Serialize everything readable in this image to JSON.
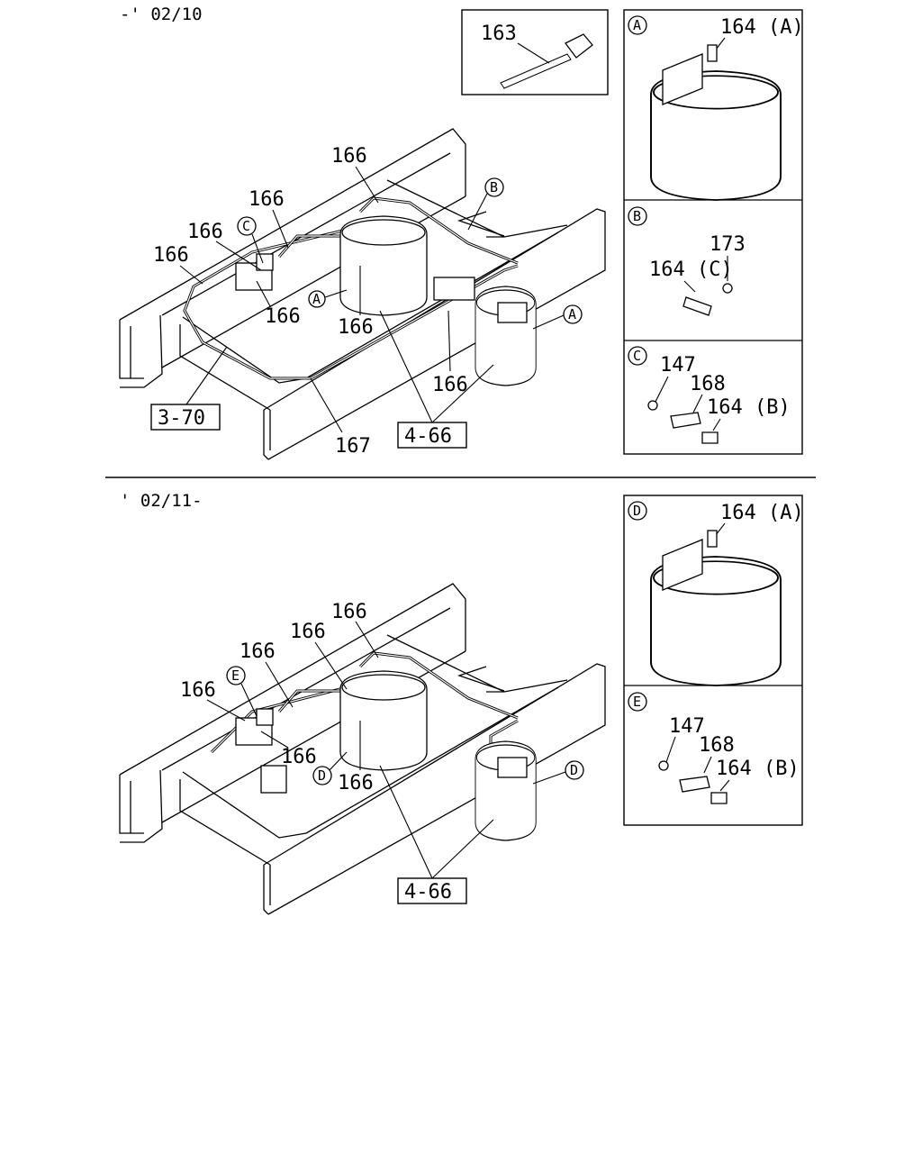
{
  "sections": [
    {
      "date_label": "-' 02/10",
      "reference_boxes": [
        "3-70",
        "4-66"
      ],
      "callouts": [
        "166",
        "166",
        "166",
        "166",
        "166",
        "166",
        "166",
        "167"
      ],
      "view_markers": [
        "A",
        "B",
        "C",
        "A"
      ],
      "tie_box": {
        "part": "163"
      }
    },
    {
      "date_label": "' 02/11-",
      "reference_boxes": [
        "4-66"
      ],
      "callouts": [
        "166",
        "166",
        "166",
        "166",
        "166",
        "166"
      ],
      "view_markers": [
        "E",
        "D",
        "D"
      ]
    }
  ],
  "detail_panels": [
    {
      "marker": "A",
      "parts": [
        "164 (A)"
      ]
    },
    {
      "marker": "B",
      "parts": [
        "173",
        "164 (C)"
      ]
    },
    {
      "marker": "C",
      "parts": [
        "147",
        "168",
        "164 (B)"
      ]
    },
    {
      "marker": "D",
      "parts": [
        "164 (A)"
      ]
    },
    {
      "marker": "E",
      "parts": [
        "147",
        "168",
        "164 (B)"
      ]
    }
  ]
}
